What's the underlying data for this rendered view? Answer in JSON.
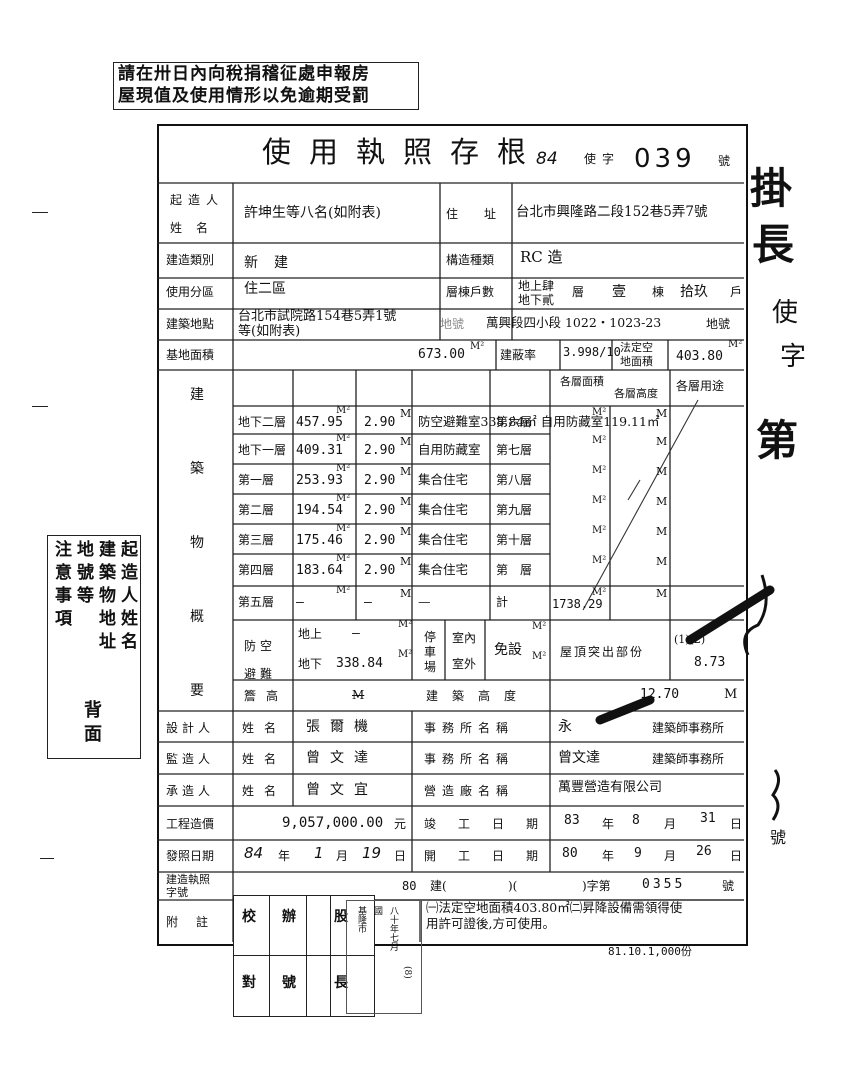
{
  "notice": {
    "line1": "請在卅日內向稅捐稽征處申報房",
    "line2": "屋現值及使用情形以免逾期受罰"
  },
  "header": {
    "title": "使用執照存根",
    "year": "84",
    "word": "使字",
    "number": "039",
    "suffix": "號"
  },
  "owner": {
    "label_top": "起造人",
    "label_bottom": "姓名",
    "name": "許坤生等八名(如附表)",
    "addr_label": "住址",
    "addr": "台北市興隆路二段152巷5弄7號"
  },
  "build": {
    "type_label": "建造類別",
    "type": "新建",
    "struct_label": "構造種類",
    "struct": "RC 造"
  },
  "zone": {
    "label": "使用分區",
    "value": "住二區",
    "count_label": "層棟戶數",
    "floors_up": "地上肆",
    "floors_down": "地下貳",
    "ceng": "層",
    "dong_n": "壹",
    "dong": "棟",
    "hu_n": "拾玖",
    "hu": "戶"
  },
  "site": {
    "label": "建築地點",
    "addr1": "台北市試院路154巷5弄1號",
    "addr2": "等(如附表)",
    "lot_label": "地號",
    "lot": "萬興段四小段 1022・1023-23",
    "lot_suffix": "地號"
  },
  "area": {
    "label": "基地面積",
    "total": "673.00",
    "unit": "M²",
    "ratio_label": "建蔽率",
    "ratio": "3.998/10",
    "open_label1": "法定空",
    "open_label2": "地面積",
    "open": "403.80",
    "open_unit": "M²"
  },
  "table": {
    "label_chars": [
      "建",
      "築",
      "物",
      "概",
      "要"
    ],
    "rows": [
      {
        "floor": "地下二層",
        "area": "457.95",
        "height": "2.90",
        "use": "防空避難室338.84㎡ 自用防藏室119.11㎡",
        "floor2": "第六層",
        "area2": "",
        "u2": "M²"
      },
      {
        "floor": "地下一層",
        "area": "409.31",
        "height": "2.90",
        "use": "自用防藏室",
        "floor2": "第七層",
        "area2": "",
        "u2": "M²"
      },
      {
        "floor": "第一層",
        "area": "253.93",
        "height": "2.90",
        "use": "集合住宅",
        "floor2": "第八層",
        "area2": "",
        "u2": "M²"
      },
      {
        "floor": "第二層",
        "area": "194.54",
        "height": "2.90",
        "use": "集合住宅",
        "floor2": "第九層",
        "area2": "",
        "u2": "M²"
      },
      {
        "floor": "第三層",
        "area": "175.46",
        "height": "2.90",
        "use": "集合住宅",
        "floor2": "第十層",
        "area2": "",
        "u2": "M²"
      },
      {
        "floor": "第四層",
        "area": "183.64",
        "height": "2.90",
        "use": "集合住宅",
        "floor2": "第　層",
        "area2": "",
        "u2": "M²"
      },
      {
        "floor": "第五層",
        "area": "—",
        "height": "—",
        "use": "—",
        "floor2": "計",
        "area2": "1738.29",
        "u2": "M²"
      }
    ],
    "m_unit": "M²",
    "m": "M",
    "col_head1": "各層面積",
    "col_head2": "各層高度",
    "col_head3": "各層用途",
    "shelter_label": "防空避難",
    "shelter_up": "地上",
    "shelter_up_val": "—",
    "shelter_down": "地下",
    "shelter_down_val": "338.84",
    "parking_label": "停車場",
    "parking_in": "室內",
    "parking_out": "室外",
    "parking_val": "免設",
    "roof_label": "屋頂突出部份",
    "roof_val": "(1)(2)",
    "roof_num": "8.73",
    "eave_label": "簷高",
    "eave_val": "M",
    "bh_label": "建築高度",
    "bh_val": "12.70",
    "bh_unit": "M"
  },
  "designer": {
    "role": "設計人",
    "name_label": "姓名",
    "name": "張爾機",
    "office_label": "事務所名稱",
    "office": "永",
    "office_suffix": "建築師事務所"
  },
  "supervisor": {
    "role": "監造人",
    "name_label": "姓名",
    "name": "曾文達",
    "office_label": "事務所名稱",
    "office": "曾文達",
    "office_suffix": "建築師事務所"
  },
  "contractor": {
    "role": "承造人",
    "name_label": "姓名",
    "name": "曾文宜",
    "office_label": "營造廠名稱",
    "office": "萬豐營造有限公司"
  },
  "cost": {
    "label": "工程造價",
    "value": "9,057,000.00",
    "unit": "元",
    "done_label": "竣工日期",
    "y": "83",
    "m": "8",
    "d": "31",
    "ny": "年",
    "nm": "月",
    "nd": "日"
  },
  "issue": {
    "label": "發照日期",
    "y": "84",
    "m": "1",
    "d": "19",
    "ny": "年",
    "nm": "月",
    "nd": "日",
    "start_label": "開工日期",
    "sy": "80",
    "sm": "9",
    "sd": "26"
  },
  "permit": {
    "label1": "建造執照",
    "label2": "字號",
    "year": "80",
    "build": "建(",
    "paren": ")(",
    "word": ")字第",
    "num": "0355",
    "suffix": "號"
  },
  "note": {
    "label": "附註",
    "text1": "㈠法定空地面積403.80㎡㈡昇降設備需領得使",
    "text2": "用許可證後,方可使用。"
  },
  "sign": {
    "c1": "校",
    "c2": "辦",
    "c3": "股",
    "c4": "對",
    "c5": "號",
    "c6": "長"
  },
  "stamp": {
    "v1": "基隆市",
    "v2": "國",
    "v3": "八十年七月",
    "v4": "(8)"
  },
  "footer": {
    "print": "81.10.1,000份"
  },
  "side_note": {
    "c1": "注意事項",
    "c2": "地號等",
    "c3": "建築物地址",
    "c4": "起造人姓名",
    "back": "背面"
  },
  "right_margin": {
    "r1": "掛",
    "r2": "長",
    "r3": "使",
    "r4": "字",
    "r5": "第",
    "r6": "號"
  }
}
